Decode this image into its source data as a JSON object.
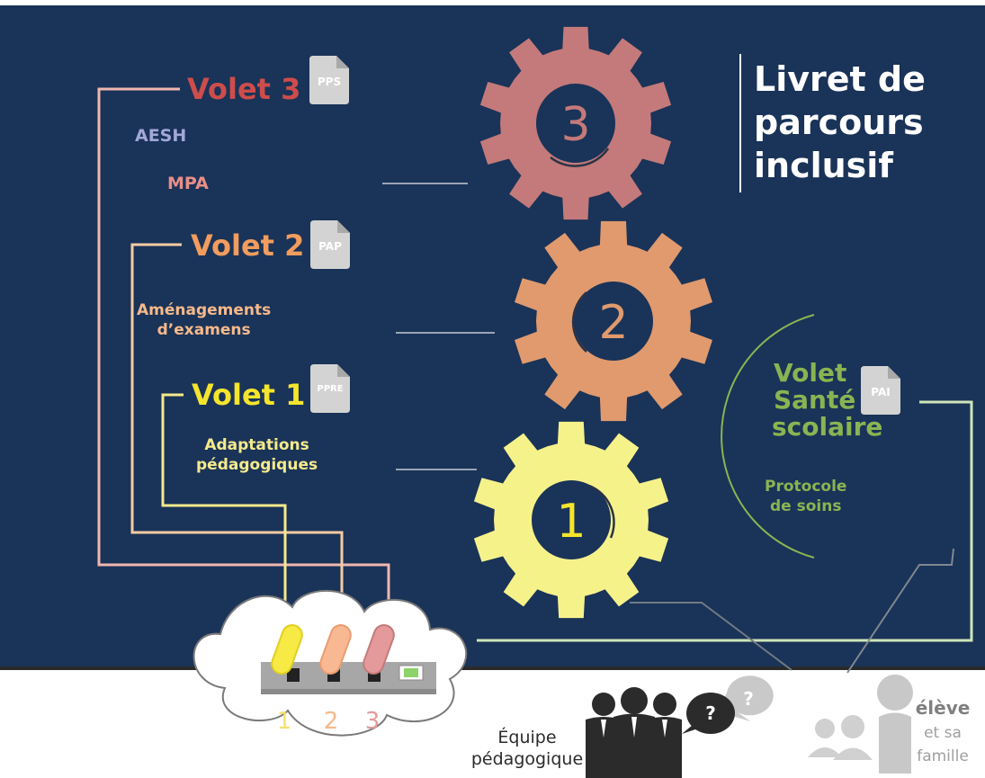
{
  "title": [
    "Livret de",
    "parcours",
    "inclusif"
  ],
  "volets": [
    {
      "label": "Volet 3",
      "doc": "PPS",
      "items": [
        "AESH",
        "MPA"
      ],
      "gear": "3"
    },
    {
      "label": "Volet 2",
      "doc": "PAP",
      "items": [
        "Aménagements",
        "d’examens"
      ],
      "gear": "2"
    },
    {
      "label": "Volet 1",
      "doc": "PPRE",
      "items": [
        "Adaptations",
        "pédagogiques"
      ],
      "gear": "1"
    }
  ],
  "sante": {
    "label": [
      "Volet",
      "Santé",
      "scolaire"
    ],
    "doc": "PAI",
    "items": [
      "Protocole",
      "de soins"
    ]
  },
  "switch_labels": [
    "1",
    "2",
    "3"
  ],
  "team": {
    "label": [
      "Équipe",
      "pédagogique"
    ],
    "bubbles": [
      "?",
      "?"
    ]
  },
  "student": {
    "label": [
      "élève",
      "et sa",
      "famille"
    ]
  },
  "colors": {
    "background": "#1a3358",
    "volet3": "#cd4d4b",
    "volet2": "#f29c5e",
    "volet1": "#f4e52c",
    "gear3": "#c47a7a",
    "gear2": "#e09a6e",
    "gear1": "#f6f28a",
    "sante": "#8ab452",
    "line_pink": "#f0b7b0",
    "line_peach": "#f6cba3",
    "line_yellow": "#f5ea8c",
    "line_green": "#cfe6b9",
    "aesh": "#a3a8d8",
    "mpa": "#e88f88"
  }
}
